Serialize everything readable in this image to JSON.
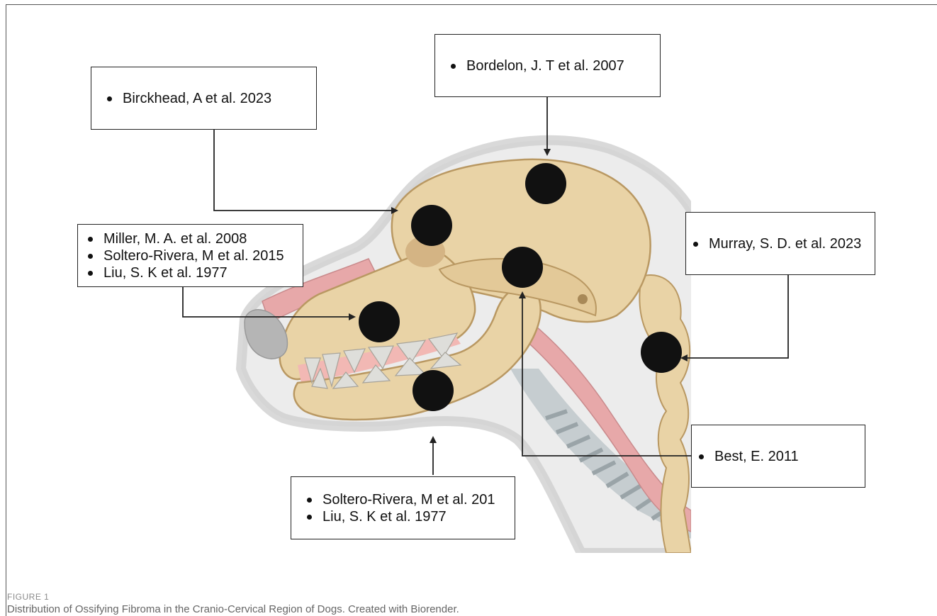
{
  "figure": {
    "label": "FIGURE 1",
    "caption": "Distribution of Ossifying Fibroma in the Cranio-Cervical Region of Dogs. Created with Biorender."
  },
  "colors": {
    "bone": "#e9d3a6",
    "bone_outline": "#b99862",
    "soft_tissue": "#ececec",
    "soft_tissue_outline": "#cfcfcf",
    "tongue_airway": "#e7a8a9",
    "trachea": "#a9b2b6",
    "nose": "#b5b5b5",
    "marker": "#111111"
  },
  "callouts": {
    "birckhead": {
      "items": [
        "Birckhead, A et al. 2023"
      ]
    },
    "bordelon": {
      "items": [
        "Bordelon, J. T et al. 2007"
      ]
    },
    "miller": {
      "items": [
        "Miller, M. A. et al. 2008",
        "Soltero-Rivera, M et al. 2015",
        "Liu, S. K et al. 1977"
      ]
    },
    "murray": {
      "items": [
        "Murray, S. D. et al. 2023"
      ]
    },
    "best": {
      "items": [
        "Best, E. 2011"
      ]
    },
    "soltero": {
      "items": [
        "Soltero-Rivera, M et al. 201",
        "Liu, S. K et al. 1977"
      ]
    }
  }
}
